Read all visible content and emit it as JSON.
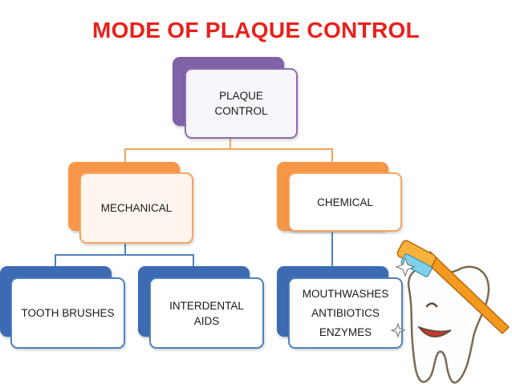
{
  "title": "MODE OF PLAQUE CONTROL",
  "colors": {
    "title": "#e8211c",
    "purple": "#7f62a8",
    "orange": "#f79646",
    "blue": "#3c6bb3",
    "line_orange": "#f2a45a",
    "line_blue": "#4f81bd"
  },
  "diagram": {
    "root": {
      "line1": "PLAQUE",
      "line2": "CONTROL"
    },
    "mechanical": {
      "label": "MECHANICAL"
    },
    "chemical": {
      "label": "CHEMICAL"
    },
    "tooth_brushes": {
      "label": "TOOTH BRUSHES"
    },
    "interdental": {
      "line1": "INTERDENTAL",
      "line2": "AIDS"
    },
    "chemical_agents": [
      "MOUTHWASHES",
      "ANTIBIOTICS",
      "ENZYMES"
    ]
  },
  "clipart": "tooth-with-toothbrush"
}
